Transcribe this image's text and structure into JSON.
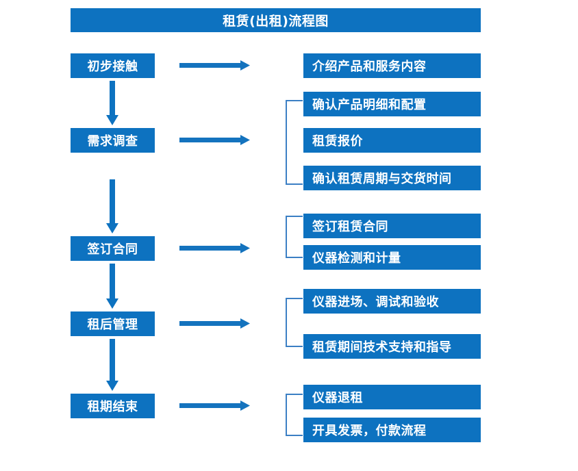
{
  "diagram": {
    "title": "租赁(出租)流程图",
    "accent_color": "#0d72c0",
    "text_color": "#ffffff",
    "background_color": "#ffffff",
    "stages": [
      {
        "label": "初步接触"
      },
      {
        "label": "需求调查"
      },
      {
        "label": "签订合同"
      },
      {
        "label": "租后管理"
      },
      {
        "label": "租期结束"
      }
    ],
    "tasks": [
      {
        "label": "介绍产品和服务内容"
      },
      {
        "label": "确认产品明细和配置"
      },
      {
        "label": "租赁报价"
      },
      {
        "label": "确认租赁周期与交货时间"
      },
      {
        "label": "签订租赁合同"
      },
      {
        "label": "仪器检测和计量"
      },
      {
        "label": "仪器进场、调试和验收"
      },
      {
        "label": "租赁期间技术支持和指导"
      },
      {
        "label": "仪器退租"
      },
      {
        "label": "开具发票，付款流程"
      }
    ]
  }
}
